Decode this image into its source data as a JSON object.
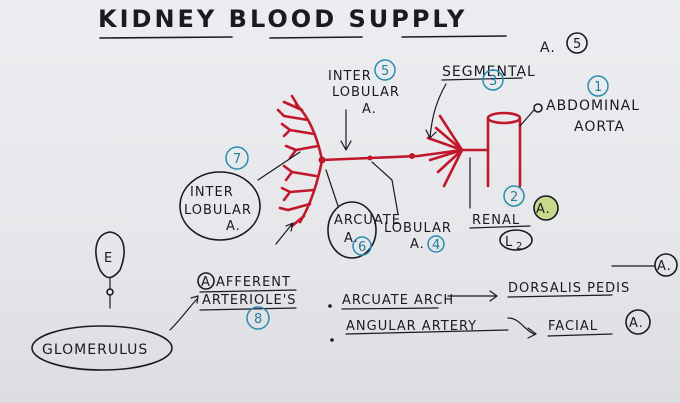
{
  "title": "KIDNEY  BLOOD  SUPPLY",
  "labels": {
    "segmental": "SEGMENTAL",
    "segmental_a": "A.",
    "abdominal": "ABDOMINAL",
    "aorta": "AORTA",
    "inter_top_1": "INTER",
    "inter_top_2": "LOBULAR",
    "inter_top_3": "A.",
    "inter_left_1": "INTER",
    "inter_left_2": "LOBULAR",
    "inter_left_3": "A.",
    "arcuate_1": "ARCUATE",
    "arcuate_2": "A.",
    "lobular": "LOBULAR",
    "lobular_a": "A.",
    "renal": "RENAL",
    "renal_a": "A.",
    "renal_l": "L",
    "renal_l_sub": "2",
    "afferent_1": "AFFERENT",
    "afferent_1_prefix": "A",
    "afferent_2": "ARTERIOLE'S",
    "e_letter": "E",
    "glomerulus": "GLOMERULUS"
  },
  "numbers": {
    "n1": "1",
    "n2": "2",
    "n3": "3",
    "n4": "4",
    "n5_segmental": "5",
    "n5_inter": "5",
    "n6": "6",
    "n7": "7",
    "n8": "8"
  },
  "notes": [
    {
      "left": "ARCUATE ARCH",
      "right": "DORSALIS PEDIS",
      "right_suffix": "A."
    },
    {
      "left": "ANGULAR ARTERY",
      "right": "FACIAL",
      "right_suffix": "A."
    }
  ],
  "colors": {
    "ink": "#1a1a22",
    "artery_red": "#c0182a",
    "number_cyan": "#1f7fa0"
  }
}
